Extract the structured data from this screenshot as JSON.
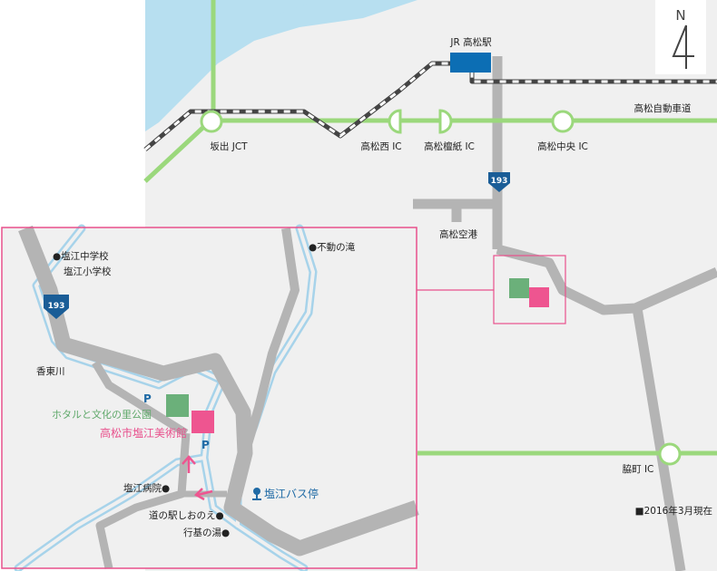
{
  "north": {
    "letter": "N"
  },
  "main_map": {
    "station": "JR 高松駅",
    "expressway": "高松自動車道",
    "interchanges": {
      "sakaide": "坂出 JCT",
      "nishi": "高松西 IC",
      "danshi": "高松檀紙 IC",
      "chuo": "高松中央 IC",
      "wakimachi": "脇町 IC"
    },
    "airport": "高松空港",
    "route_number": "193",
    "as_of": "■2016年3月現在"
  },
  "inset_map": {
    "route_number": "193",
    "school_middle": "●塩江中学校",
    "school_elementary": "塩江小学校",
    "waterfall": "●不動の滝",
    "river": "香東川",
    "park": "ホタルと文化の里公園",
    "museum": "高松市塩江美術館",
    "hospital": "塩江病院●",
    "bus_stop": "塩江バス停",
    "roadside_station": "道の駅しおのえ●",
    "hot_spring": "行基の湯●",
    "parking_1": "P",
    "parking_2": "P"
  },
  "colors": {
    "sea": "#b7dff0",
    "land": "#f0f0f0",
    "road": "#b4b4b4",
    "expressway": "#9bd87c",
    "river": "#a7d3ea",
    "station": "#0c6eb4",
    "park_marker": "#6bb07a",
    "museum_marker": "#ee5590",
    "inset_border": "#e8508c",
    "route_shield": "#1a5d97"
  }
}
